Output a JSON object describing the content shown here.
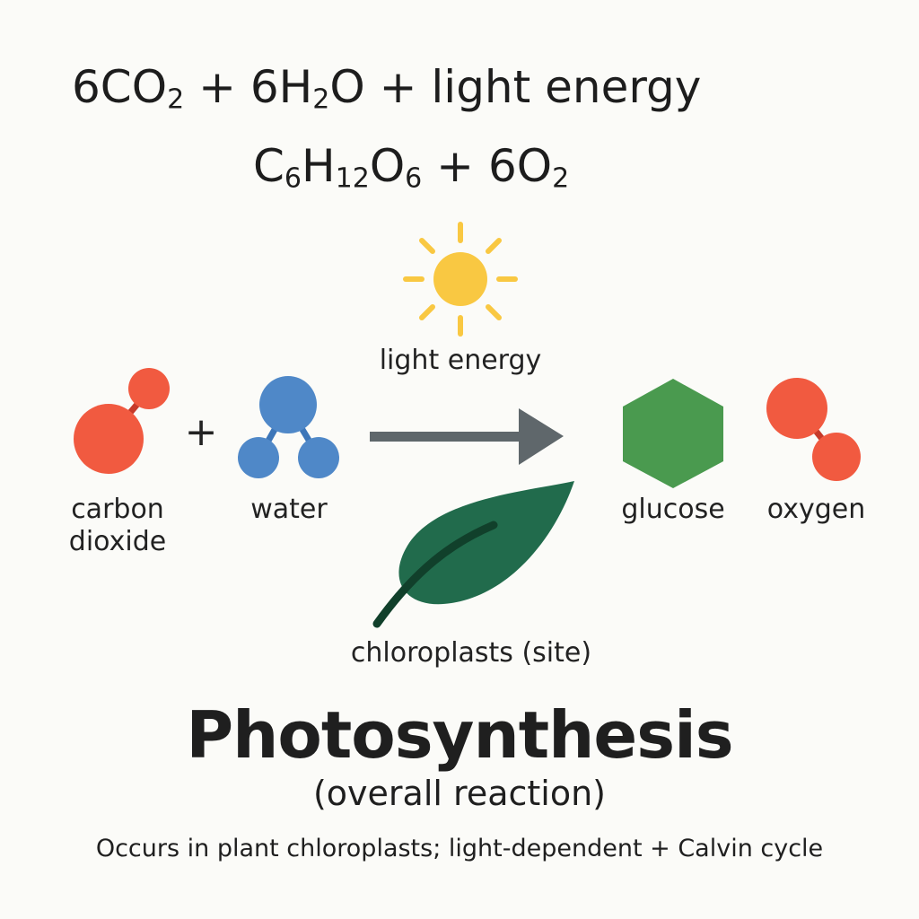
{
  "equation": {
    "line1": [
      {
        "t": "6CO"
      },
      {
        "sub": "2"
      },
      {
        "t": " + 6H"
      },
      {
        "sub": "2"
      },
      {
        "t": "O + light energy"
      }
    ],
    "line2": [
      {
        "t": "C"
      },
      {
        "sub": "6"
      },
      {
        "t": "H"
      },
      {
        "sub": "12"
      },
      {
        "t": "O"
      },
      {
        "sub": "6"
      },
      {
        "t": "  + 6O"
      },
      {
        "sub": "2"
      }
    ]
  },
  "diagram": {
    "light_label": "light energy",
    "plus": "+",
    "reactants": [
      {
        "label": "carbon\ndioxide",
        "color": "#f15a40"
      },
      {
        "label": "water",
        "color": "#4f88c8"
      }
    ],
    "products": [
      {
        "label": "glucose",
        "color": "#4a9a4f"
      },
      {
        "label": "oxygen",
        "color": "#f15a40"
      }
    ],
    "site_label": "chloroplasts (site)",
    "colors": {
      "sun": "#f9c842",
      "arrow": "#5f676b",
      "leaf": "#216b4c",
      "leaf_vein": "#11402b",
      "bond_red": "#c63a2a",
      "bond_blue": "#3d76b8"
    },
    "icons": [
      "sun-icon",
      "arrow-icon",
      "leaf-icon",
      "co2-molecule-icon",
      "water-molecule-icon",
      "glucose-hexagon-icon",
      "oxygen-molecule-icon"
    ]
  },
  "title": "Photosynthesis",
  "subtitle": "(overall reaction)",
  "footnote": "Occurs in plant chloroplasts; light-dependent + Calvin cycle"
}
